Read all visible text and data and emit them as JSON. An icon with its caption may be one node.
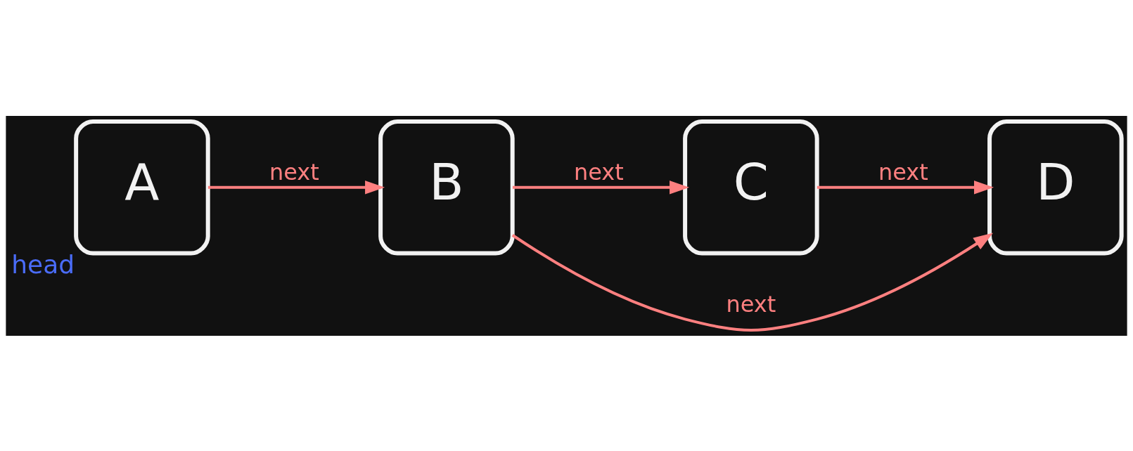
{
  "diagram": {
    "nodes": [
      {
        "text": [
          "A"
        ],
        "beside": [
          "head"
        ]
      },
      {
        "text": [
          "B"
        ]
      },
      {
        "text": [
          "C"
        ]
      },
      {
        "text": [
          "D"
        ]
      }
    ],
    "edges": [
      {
        "from": 0,
        "to": 1,
        "arrow": "to",
        "label": "next"
      },
      {
        "from": 1,
        "to": 2,
        "arrow": "to",
        "label": "next"
      },
      {
        "from": 2,
        "to": 3,
        "arrow": "to",
        "label": "next"
      },
      {
        "from": 1,
        "to": 3,
        "arrow": "to",
        "label": "next"
      }
    ]
  }
}
